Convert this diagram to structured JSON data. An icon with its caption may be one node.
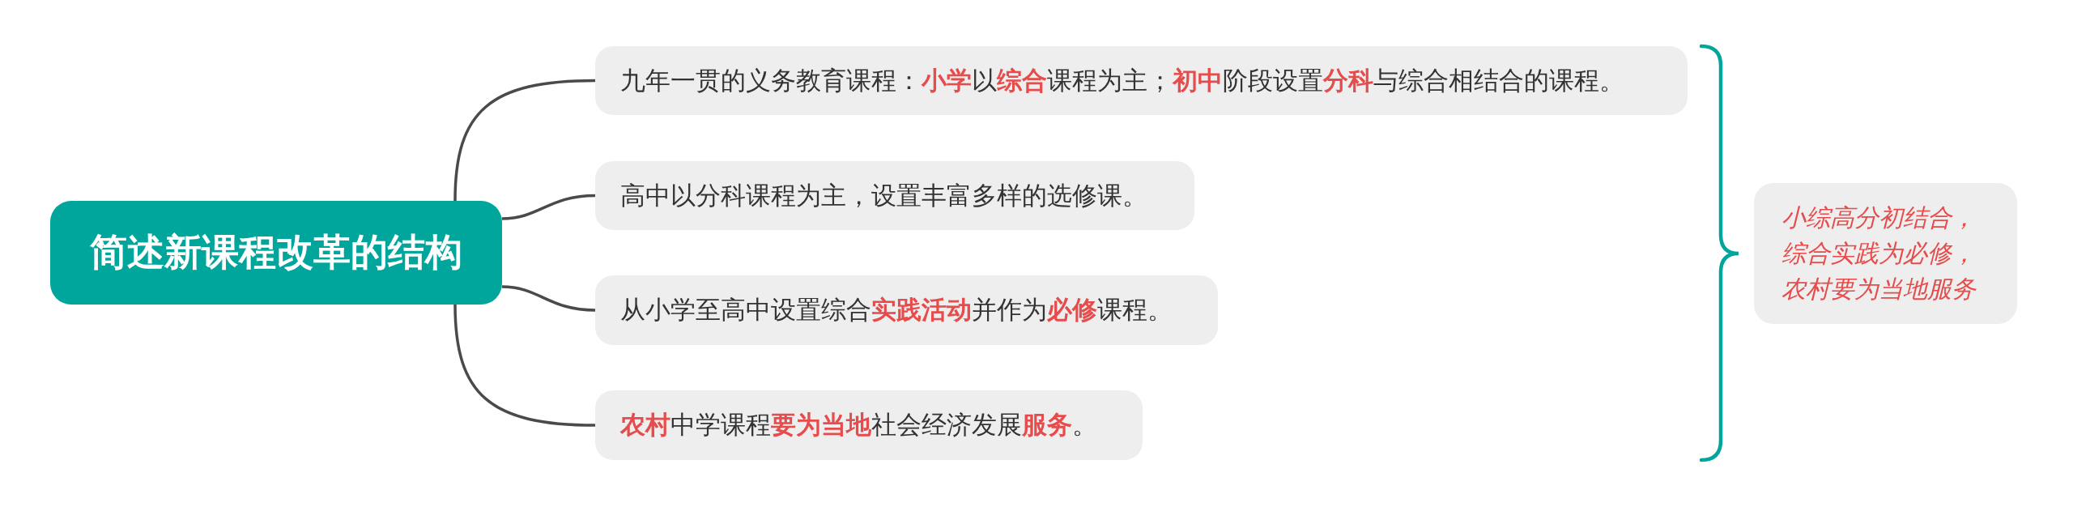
{
  "diagram": {
    "nodes": [
      {
        "text": [
          "简述新课程改革的结构"
        ]
      },
      {
        "text": [
          "九年一贯的义务教育课程：**小学**以**综合**课程为主；**初中**阶段设置**分科**与综合相结合的课程。"
        ]
      },
      {
        "text": [
          "高中以分科课程为主，设置丰富多样的选修课。"
        ]
      },
      {
        "text": [
          "从小学至高中设置综合**实践活动**并作为**必修**课程。"
        ]
      },
      {
        "text": [
          "**农村**中学课程**要为当地**社会经济发展**服务**。"
        ]
      },
      {
        "text": [
          "小综高分初结合，综合实践为必修，农村要为当地服务"
        ]
      }
    ],
    "edges": [
      {
        "from": 0,
        "to": 1,
        "arrow": "none"
      },
      {
        "from": 0,
        "to": 2,
        "arrow": "none"
      },
      {
        "from": 0,
        "to": 3,
        "arrow": "none"
      },
      {
        "from": 0,
        "to": 4,
        "arrow": "none"
      }
    ]
  }
}
